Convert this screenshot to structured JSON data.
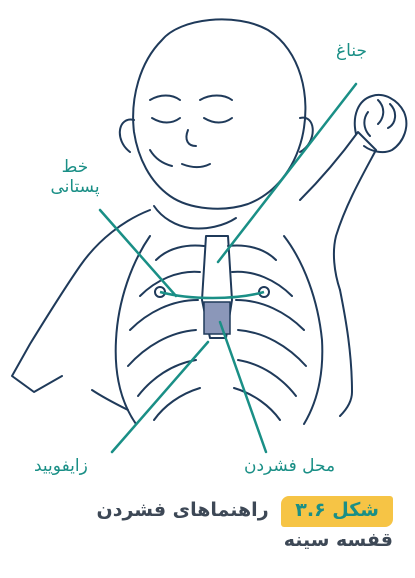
{
  "labels": {
    "janagh": "جناغ",
    "khat_line1": "خط",
    "khat_line2": "پستانی",
    "zayfoid": "زایفویید",
    "mahal_feshordan": "محل فشردن"
  },
  "caption": {
    "figure_number": "شکل ۳.۶",
    "title_line1": "راهنماهای فشردن",
    "title_line2": "قفسه سینه"
  },
  "colors": {
    "outline": "#1f3a5a",
    "accent": "#1a8f86",
    "compression_area": "#8b97b9",
    "badge": "#f6c445",
    "caption_text": "#3d4856"
  }
}
